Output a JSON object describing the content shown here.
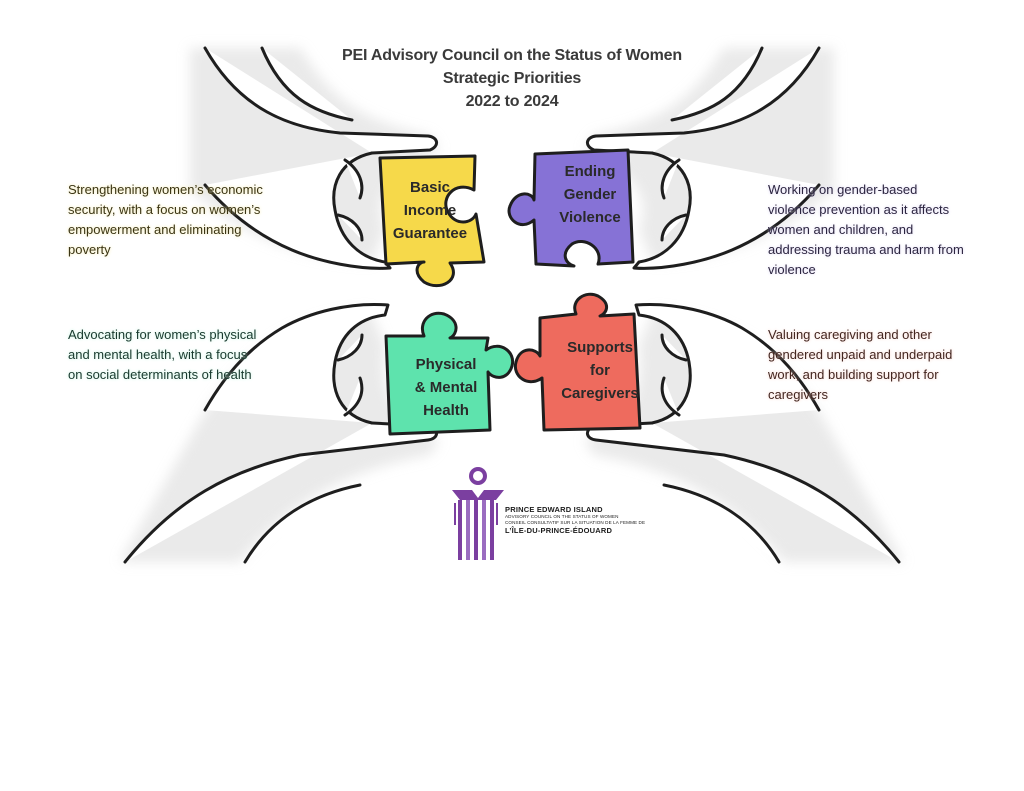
{
  "title": {
    "line1": "PEI Advisory Council on the Status of Women",
    "line2": "Strategic Priorities",
    "line3": "2022 to 2024"
  },
  "pieces": {
    "yellow": {
      "lines": [
        "Basic",
        "Income",
        "Guarantee"
      ],
      "color": "#f6d94a"
    },
    "purple": {
      "lines": [
        "Ending",
        "Gender",
        "Violence"
      ],
      "color": "#8672d6"
    },
    "green": {
      "lines": [
        "Physical",
        "& Mental",
        "Health"
      ],
      "color": "#5ee3ad"
    },
    "red": {
      "lines": [
        "Supports",
        "for",
        "Caregivers"
      ],
      "color": "#ee6b5e"
    }
  },
  "descriptions": {
    "top_left": {
      "lines": [
        "Strengthening women’s economic",
        "security, with a focus on women’s",
        "empowerment and eliminating",
        "poverty"
      ]
    },
    "top_right": {
      "lines": [
        "Working on gender-based",
        "violence prevention as it affects",
        "women and children, and",
        "addressing trauma and harm from",
        "violence"
      ]
    },
    "bottom_left": {
      "lines": [
        "Advocating for women’s physical",
        "and mental health, with a focus",
        "on social determinants of health"
      ]
    },
    "bottom_right": {
      "lines": [
        "Valuing caregiving and other",
        "gendered unpaid and underpaid",
        "work, and building support for",
        "caregivers"
      ]
    }
  },
  "logo": {
    "name_en": "PRINCE EDWARD ISLAND",
    "council_en": "ADVISORY COUNCIL ON THE STATUS OF WOMEN",
    "council_fr": "CONSEIL CONSULTATIF SUR LA SITUATION DE LA FEMME DE",
    "name_fr": "L’ÎLE-DU-PRINCE-ÉDOUARD",
    "color": "#7b3fa0"
  }
}
